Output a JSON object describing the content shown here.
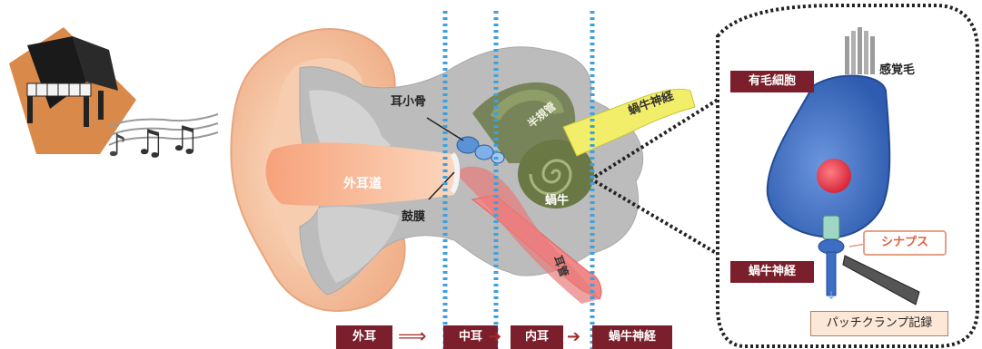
{
  "labels": {
    "ossicles": "耳小骨",
    "semicircular_canals": "半規管",
    "cochlear_nerve_band": "蝸牛神経",
    "ear_canal": "外耳道",
    "eardrum": "鼓膜",
    "cochlea": "蝸牛",
    "eustachian_tube": "耳管",
    "hair_cell": "有毛細胞",
    "stereocilia": "感覚毛",
    "synapse": "シナプス",
    "cochlear_nerve_cell": "蝸牛神経",
    "patch_clamp": "パッチクランプ記録"
  },
  "pathway": [
    "外耳",
    "中耳",
    "内耳",
    "蝸牛神経"
  ],
  "colors": {
    "label_box": "#7a1f2b",
    "arrow": "#a32a2a",
    "divider": "#3ea0dc",
    "cell_body": "#3d6ec4",
    "nucleus": "#e8404a",
    "nerve": "#f3ee6a",
    "skin": "#f6c9a6"
  },
  "icons": [
    "grand-piano-icon",
    "music-notes-icon"
  ]
}
